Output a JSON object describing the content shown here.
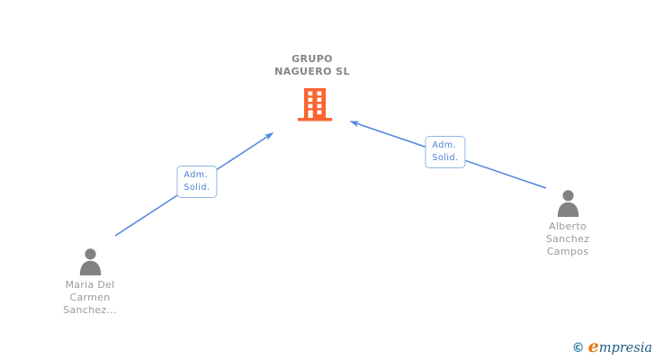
{
  "diagram": {
    "company_node": {
      "name": "GRUPO\nNAGUERO SL",
      "icon": "building-icon"
    },
    "person_nodes": [
      {
        "name": "Maria Del\nCarmen\nSanchez...",
        "icon": "person-icon"
      },
      {
        "name": "Alberto\nSanchez\nCampos",
        "icon": "person-icon"
      }
    ],
    "edges": [
      {
        "label": "Adm.\nSolid.",
        "from": "Maria Del Carmen Sanchez...",
        "to": "GRUPO NAGUERO SL"
      },
      {
        "label": "Adm.\nSolid.",
        "from": "Alberto Sanchez Campos",
        "to": "GRUPO NAGUERO SL"
      }
    ],
    "colors": {
      "edge": "#4e86e0",
      "edge_label_text": "#4a7fd0",
      "edge_label_border": "#8fb6e8",
      "company_icon": "#fb6430",
      "person_icon": "#828282",
      "node_label_text": "#9a9a9a",
      "company_label_text": "#848484",
      "brand_blue": "#2e7ca3",
      "brand_blue_dark": "#1f5c7d",
      "brand_orange": "#e8760e"
    }
  },
  "footer": {
    "copyright_symbol": "©",
    "brand_first_letter": "e",
    "brand_rest": "mpresia"
  }
}
